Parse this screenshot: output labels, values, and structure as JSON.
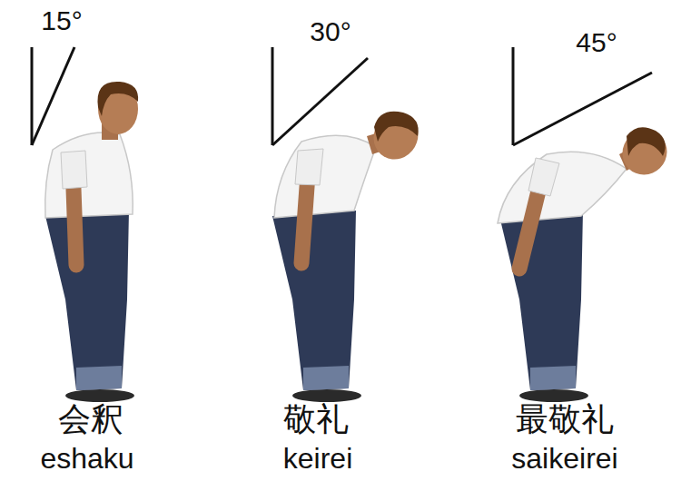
{
  "diagram": {
    "labels": [
      "15°",
      "30°",
      "45°",
      "会釈",
      "eshaku",
      "敬礼",
      "keirei",
      "最敬礼",
      "saikeirei"
    ]
  }
}
